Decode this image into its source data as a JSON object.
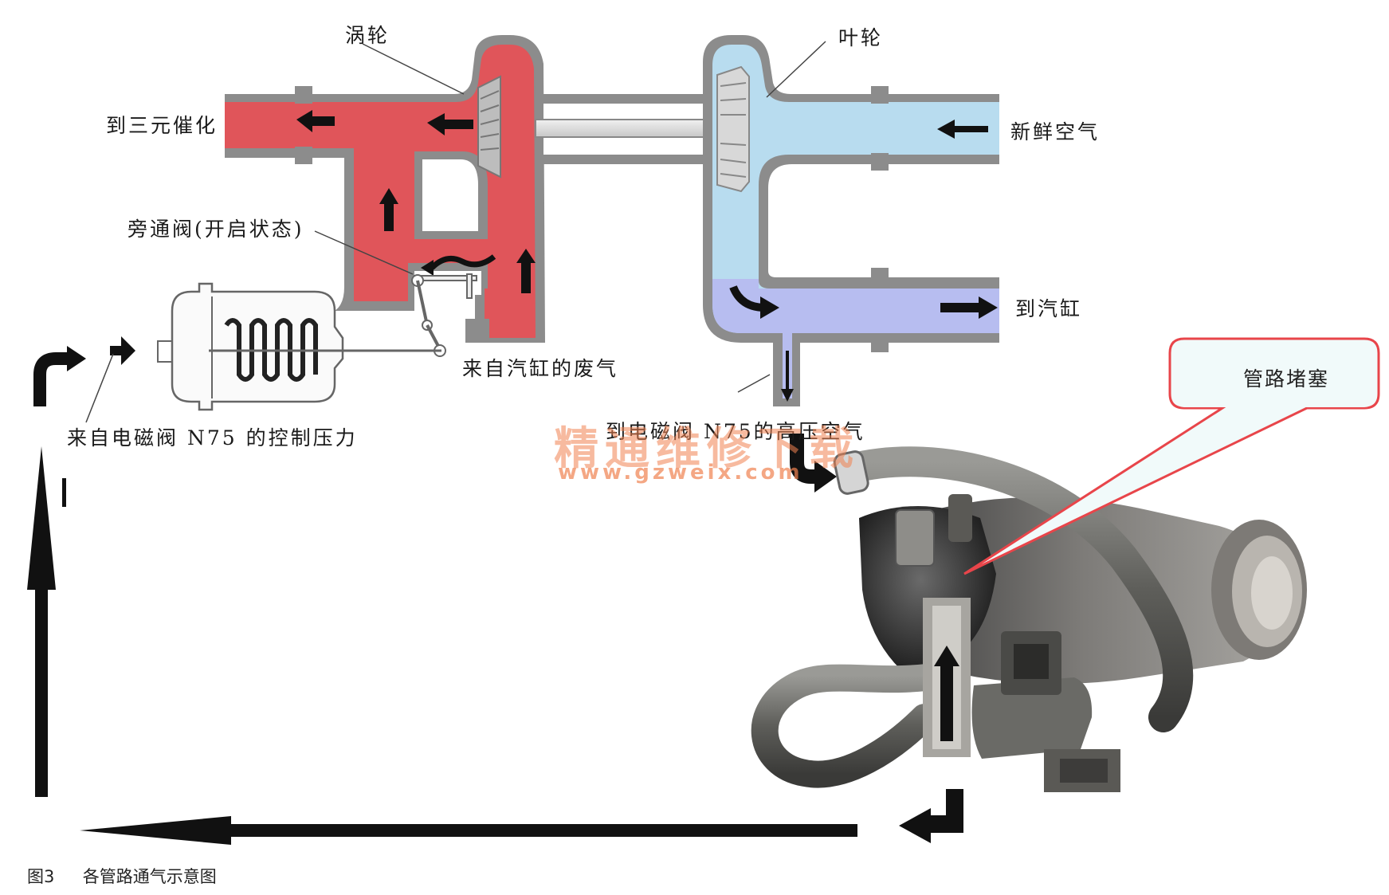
{
  "labels": {
    "turbine": "涡轮",
    "impeller": "叶轮",
    "to_catalyst": "到三元催化",
    "fresh_air": "新鲜空气",
    "bypass_valve": "旁通阀(开启状态)",
    "to_cylinder": "到汽缸",
    "exhaust_from_cylinder": "来自汽缸的废气",
    "control_pressure": "来自电磁阀 N75 的控制压力",
    "high_pressure_air": "到电磁阀 N75的高压空气"
  },
  "callout": {
    "text": "管路堵塞"
  },
  "watermark": {
    "chinese": "精通维修下载",
    "url": "www.gzweix.com"
  },
  "caption": {
    "figure": "图3",
    "title": "各管路通气示意图"
  },
  "colors": {
    "exhaust": "#e0555a",
    "intake": "#b8dcef",
    "cylinder_air": "#b7bdf0",
    "callout_border": "#e8454a",
    "callout_fill": "#f1fafa"
  }
}
